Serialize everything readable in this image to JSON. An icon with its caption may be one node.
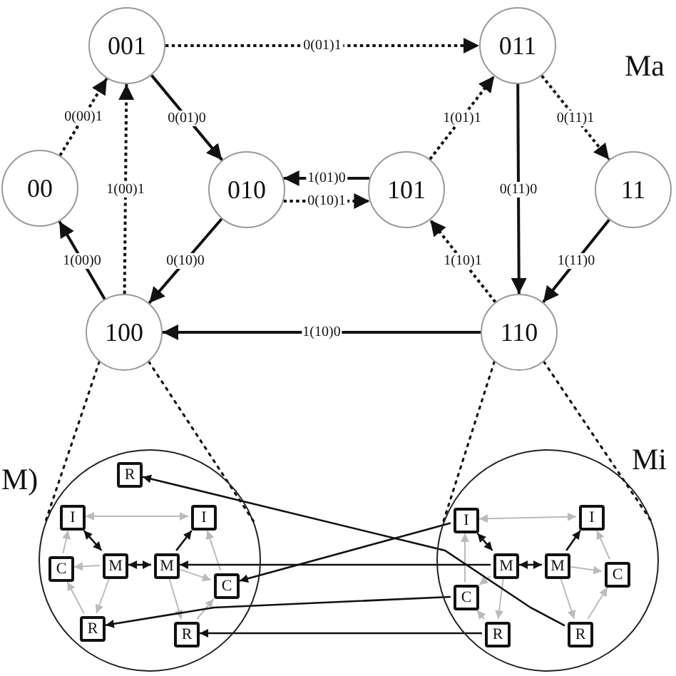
{
  "diagram": {
    "nodes": [
      {
        "text": [
          "001"
        ]
      },
      {
        "text": [
          "011"
        ]
      },
      {
        "text": [
          "00"
        ]
      },
      {
        "text": [
          "010"
        ]
      },
      {
        "text": [
          "101"
        ]
      },
      {
        "text": [
          "11"
        ]
      },
      {
        "text": [
          "100"
        ]
      },
      {
        "text": [
          "110"
        ]
      },
      {
        "text": [],
        "shape": "circle"
      },
      {
        "text": [
          "R"
        ],
        "in": 8
      },
      {
        "text": [
          "I"
        ],
        "in": 8
      },
      {
        "text": [
          "I"
        ],
        "in": 8
      },
      {
        "text": [
          "C"
        ],
        "in": 8
      },
      {
        "text": [
          "M"
        ],
        "in": 8
      },
      {
        "text": [
          "M"
        ],
        "in": 8
      },
      {
        "text": [
          "C"
        ],
        "in": 8
      },
      {
        "text": [
          "R"
        ],
        "in": 8
      },
      {
        "text": [
          "R"
        ],
        "in": 8
      },
      {
        "text": [],
        "shape": "circle"
      },
      {
        "text": [
          "I"
        ],
        "in": 18
      },
      {
        "text": [
          "I"
        ],
        "in": 18
      },
      {
        "text": [
          "C"
        ],
        "in": 18
      },
      {
        "text": [
          "M"
        ],
        "in": 18
      },
      {
        "text": [
          "M"
        ],
        "in": 18
      },
      {
        "text": [
          "C"
        ],
        "in": 18
      },
      {
        "text": [
          "R"
        ],
        "in": 18
      },
      {
        "text": [
          "R"
        ],
        "in": 18
      }
    ],
    "edges": [
      {
        "from": 2,
        "to": 0,
        "arrow": "to",
        "label": "0(00)1",
        "style": "dashed"
      },
      {
        "from": 6,
        "to": 0,
        "arrow": "to",
        "label": "1(00)1",
        "style": "dashed"
      },
      {
        "from": 0,
        "to": 3,
        "arrow": "to",
        "label": "0(01)0"
      },
      {
        "from": 0,
        "to": 1,
        "arrow": "to",
        "label": "0(01)1",
        "style": "dashed"
      },
      {
        "from": 4,
        "to": 3,
        "arrow": "to",
        "label": "1(01)0"
      },
      {
        "from": 3,
        "to": 4,
        "arrow": "to",
        "label": "0(10)1",
        "style": "dashed"
      },
      {
        "from": 3,
        "to": 6,
        "arrow": "to",
        "label": "0(10)0"
      },
      {
        "from": 6,
        "to": 2,
        "arrow": "to",
        "label": "1(00)0"
      },
      {
        "from": 7,
        "to": 6,
        "arrow": "to",
        "label": "1(10)0"
      },
      {
        "from": 4,
        "to": 1,
        "arrow": "to",
        "label": "1(01)1",
        "style": "dashed"
      },
      {
        "from": 1,
        "to": 7,
        "arrow": "to",
        "label": "0(11)0"
      },
      {
        "from": 1,
        "to": 5,
        "arrow": "to",
        "label": "0(11)1",
        "style": "dashed"
      },
      {
        "from": 5,
        "to": 7,
        "arrow": "to",
        "label": "1(11)0"
      },
      {
        "from": 7,
        "to": 4,
        "arrow": "to",
        "label": "1(10)1",
        "style": "dashed"
      },
      {
        "from": 6,
        "to": 8,
        "arrow": "none",
        "style": "dashed"
      },
      {
        "from": 6,
        "to": 8,
        "arrow": "none",
        "style": "dashed"
      },
      {
        "from": 7,
        "to": 18,
        "arrow": "none",
        "style": "dashed"
      },
      {
        "from": 7,
        "to": 18,
        "arrow": "none",
        "style": "dashed"
      },
      {
        "from": 10,
        "to": 11,
        "arrow": "both",
        "color": "#bbbbbb"
      },
      {
        "from": 13,
        "to": 10,
        "arrow": "both"
      },
      {
        "from": 14,
        "to": 11,
        "arrow": "to"
      },
      {
        "from": 13,
        "to": 14,
        "arrow": "both"
      },
      {
        "from": 13,
        "to": 12,
        "arrow": "to",
        "color": "#bbbbbb"
      },
      {
        "from": 13,
        "to": 16,
        "arrow": "to",
        "color": "#bbbbbb"
      },
      {
        "from": 16,
        "to": 12,
        "arrow": "to",
        "color": "#bbbbbb"
      },
      {
        "from": 12,
        "to": 10,
        "arrow": "to",
        "color": "#bbbbbb"
      },
      {
        "from": 14,
        "to": 15,
        "arrow": "to",
        "color": "#bbbbbb"
      },
      {
        "from": 14,
        "to": 17,
        "arrow": "to",
        "color": "#bbbbbb"
      },
      {
        "from": 17,
        "to": 15,
        "arrow": "to",
        "color": "#bbbbbb"
      },
      {
        "from": 15,
        "to": 11,
        "arrow": "to",
        "color": "#bbbbbb"
      },
      {
        "from": 19,
        "to": 20,
        "arrow": "both",
        "color": "#bbbbbb"
      },
      {
        "from": 22,
        "to": 19,
        "arrow": "both"
      },
      {
        "from": 23,
        "to": 20,
        "arrow": "to"
      },
      {
        "from": 22,
        "to": 23,
        "arrow": "both"
      },
      {
        "from": 22,
        "to": 21,
        "arrow": "to",
        "color": "#bbbbbb"
      },
      {
        "from": 22,
        "to": 25,
        "arrow": "to",
        "color": "#bbbbbb"
      },
      {
        "from": 25,
        "to": 21,
        "arrow": "to",
        "color": "#bbbbbb"
      },
      {
        "from": 21,
        "to": 19,
        "arrow": "to",
        "color": "#bbbbbb"
      },
      {
        "from": 23,
        "to": 24,
        "arrow": "to",
        "color": "#bbbbbb"
      },
      {
        "from": 23,
        "to": 26,
        "arrow": "to",
        "color": "#bbbbbb"
      },
      {
        "from": 26,
        "to": 24,
        "arrow": "to",
        "color": "#bbbbbb"
      },
      {
        "from": 24,
        "to": 20,
        "arrow": "to",
        "color": "#bbbbbb"
      },
      {
        "from": 26,
        "to": 9,
        "arrow": "to"
      },
      {
        "from": 19,
        "to": 15,
        "arrow": "to"
      },
      {
        "from": 22,
        "to": 14,
        "arrow": "to"
      },
      {
        "from": 21,
        "to": 16,
        "arrow": "to"
      },
      {
        "from": 25,
        "to": 17,
        "arrow": "to"
      }
    ],
    "labels": [
      "Ma",
      "Mi",
      "M)"
    ]
  }
}
